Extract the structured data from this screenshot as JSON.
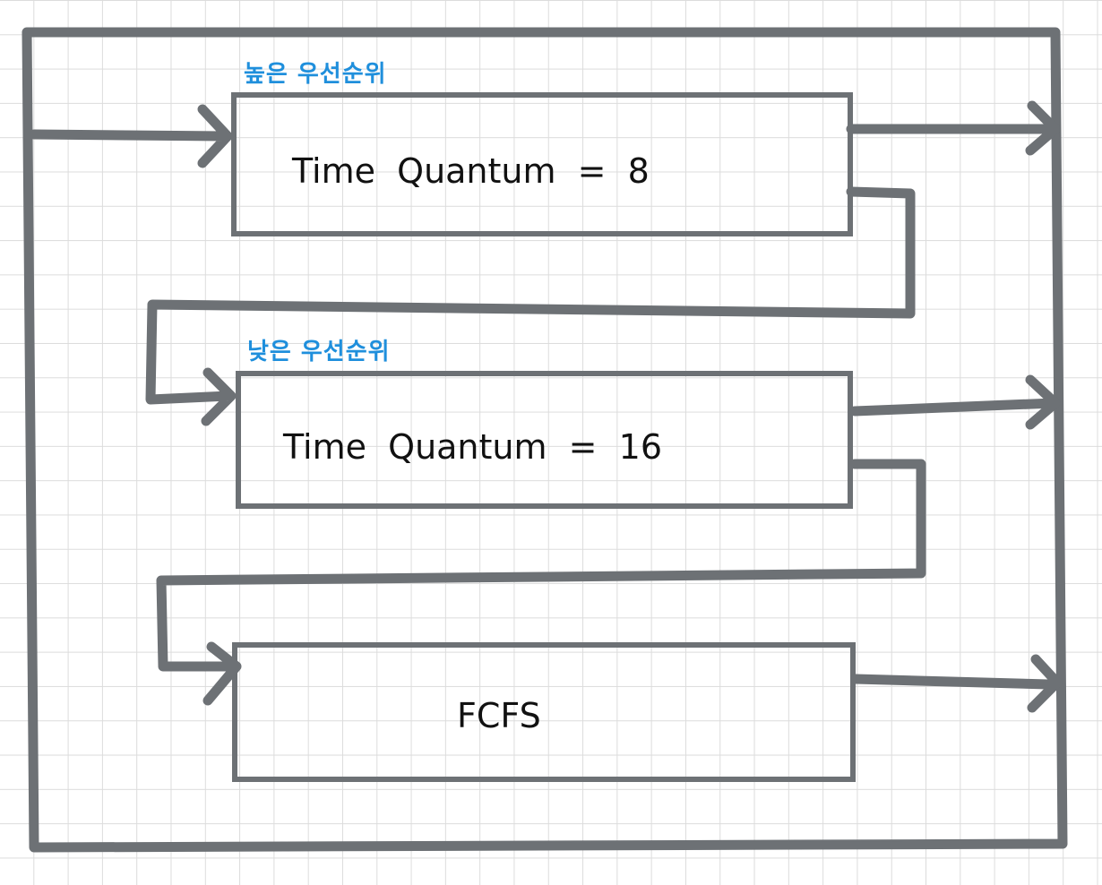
{
  "queues": [
    {
      "priority_label": "높은 우선순위",
      "text": "Time  Quantum  =  8"
    },
    {
      "priority_label": "낮은 우선순위",
      "text": "Time  Quantum  =  16"
    },
    {
      "priority_label": "",
      "text": "FCFS"
    }
  ],
  "colors": {
    "stroke": "#6d7175",
    "label": "#1f8fdc",
    "grid": "#dcdcdc"
  }
}
